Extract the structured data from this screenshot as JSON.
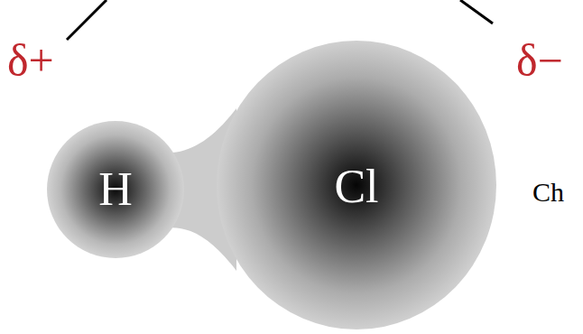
{
  "diagram": {
    "nodes": [
      {
        "text": [
          "H"
        ]
      },
      {
        "text": [
          "Cl"
        ]
      }
    ],
    "labels": [
      "δ+",
      "δ−",
      "Ch"
    ]
  }
}
